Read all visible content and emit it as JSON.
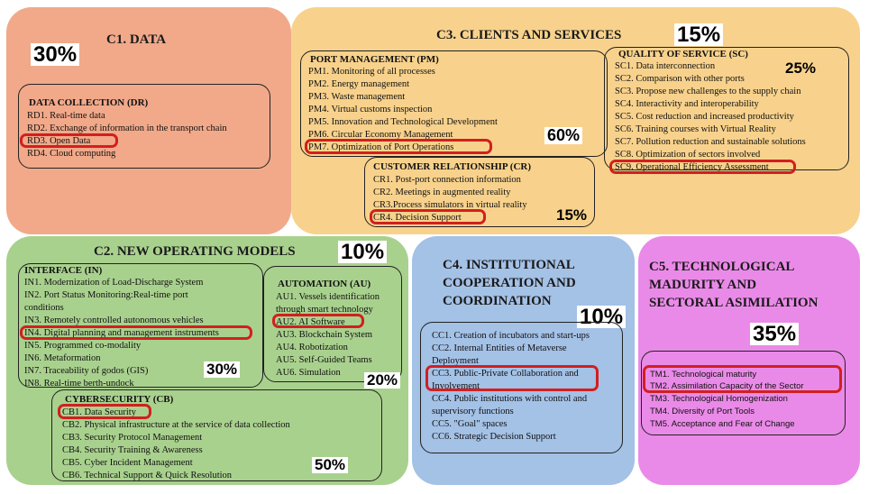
{
  "palette": {
    "data": "#f1a98a",
    "clients": "#f8d28c",
    "operating": "#a9d18e",
    "institutional": "#a4c1e6",
    "technological": "#ea8ae8",
    "highlight": "#d21f1f"
  },
  "c1": {
    "title": "C1. DATA",
    "pct": "30%",
    "dr": {
      "title": "DATA COLLECTION (DR)",
      "items": [
        "RD1. Real-time data",
        "RD2. Exchange of information in the transport chain",
        "RD3. Open Data",
        "RD4. Cloud computing"
      ]
    }
  },
  "c3": {
    "title": "C3. CLIENTS AND SERVICES",
    "pct": "15%",
    "pm": {
      "title": "PORT MANAGEMENT (PM)",
      "pct": "60%",
      "items": [
        "PM1. Monitoring of all processes",
        "PM2. Energy management",
        "PM3. Waste management",
        "PM4. Virtual customs inspection",
        "PM5. Innovation and Technological Development",
        "PM6. Circular Economy Management",
        "PM7. Optimization of Port Operations"
      ]
    },
    "sc": {
      "title": "QUALITY OF SERVICE (SC)",
      "pct": "25%",
      "items": [
        "SC1. Data interconnection",
        "SC2. Comparison with other ports",
        "SC3. Propose new challenges to the supply chain",
        "SC4. Interactivity and interoperability",
        "SC5. Cost reduction and increased productivity",
        "SC6. Training courses with Virtual Reality",
        "SC7. Pollution reduction and sustainable solutions",
        "SC8. Optimization of sectors involved",
        "SC9. Operational Efficiency Assessment"
      ]
    },
    "cr": {
      "title": "CUSTOMER RELATIONSHIP (CR)",
      "pct": "15%",
      "items": [
        "CR1. Post-port connection information",
        "CR2. Meetings in augmented reality",
        "CR3.Process simulators in virtual reality",
        "CR4. Decision Support"
      ]
    }
  },
  "c2": {
    "title": "C2. NEW OPERATING MODELS",
    "pct": "10%",
    "in": {
      "title": "INTERFACE (IN)",
      "pct": "30%",
      "items": [
        "IN1. Modernization of Load-Discharge System",
        "IN2. Port Status Monitoring:Real-time port",
        "conditions",
        "IN3. Remotely controlled autonomous vehicles",
        "IN4. Digital planning and management instruments",
        "IN5. Programmed co-modality",
        "IN6. Metaformation",
        "IN7. Traceability of godos (GIS)",
        "IN8. Real-time berth-undock"
      ]
    },
    "au": {
      "title": "AUTOMATION (AU)",
      "pct": "20%",
      "items": [
        "AU1. Vessels identification",
        "through smart technology",
        "AU2. AI Software",
        "AU3. Blockchain System",
        "AU4. Robotization",
        "AU5. Self-Guided Teams",
        "AU6. Simulation"
      ]
    },
    "cb": {
      "title": "CYBERSECURITY (CB)",
      "pct": "50%",
      "items": [
        "CB1. Data Security",
        "CB2. Physical infrastructure at the service of data collection",
        "CB3. Security Protocol Management",
        "CB4. Security Training & Awareness",
        "CB5. Cyber Incident Management",
        "CB6. Technical Support & Quick Resolution"
      ]
    }
  },
  "c4": {
    "title_lines": [
      "C4. INSTITUTIONAL",
      "COOPERATION AND",
      "COORDINATION"
    ],
    "pct": "10%",
    "items": [
      "CC1. Creation of incubators and start-ups",
      "CC2. Internal Entities of Metaverse",
      "Deployment",
      "CC3. Public-Private Collaboration and",
      "Involvement",
      "CC4. Public institutions with control and",
      "supervisory functions",
      "CC5. \"Goal\" spaces",
      "CC6. Strategic Decision Support"
    ]
  },
  "c5": {
    "title_lines": [
      "C5. TECHNOLOGICAL",
      "MADURITY AND",
      "SECTORAL ASIMILATION"
    ],
    "pct": "35%",
    "items": [
      "TM1. Technological maturity",
      "TM2. Assimilation Capacity of the Sector",
      "TM3. Technological Homogenization",
      "TM4. Diversity of Port Tools",
      "TM5. Acceptance and Fear of Change"
    ]
  }
}
